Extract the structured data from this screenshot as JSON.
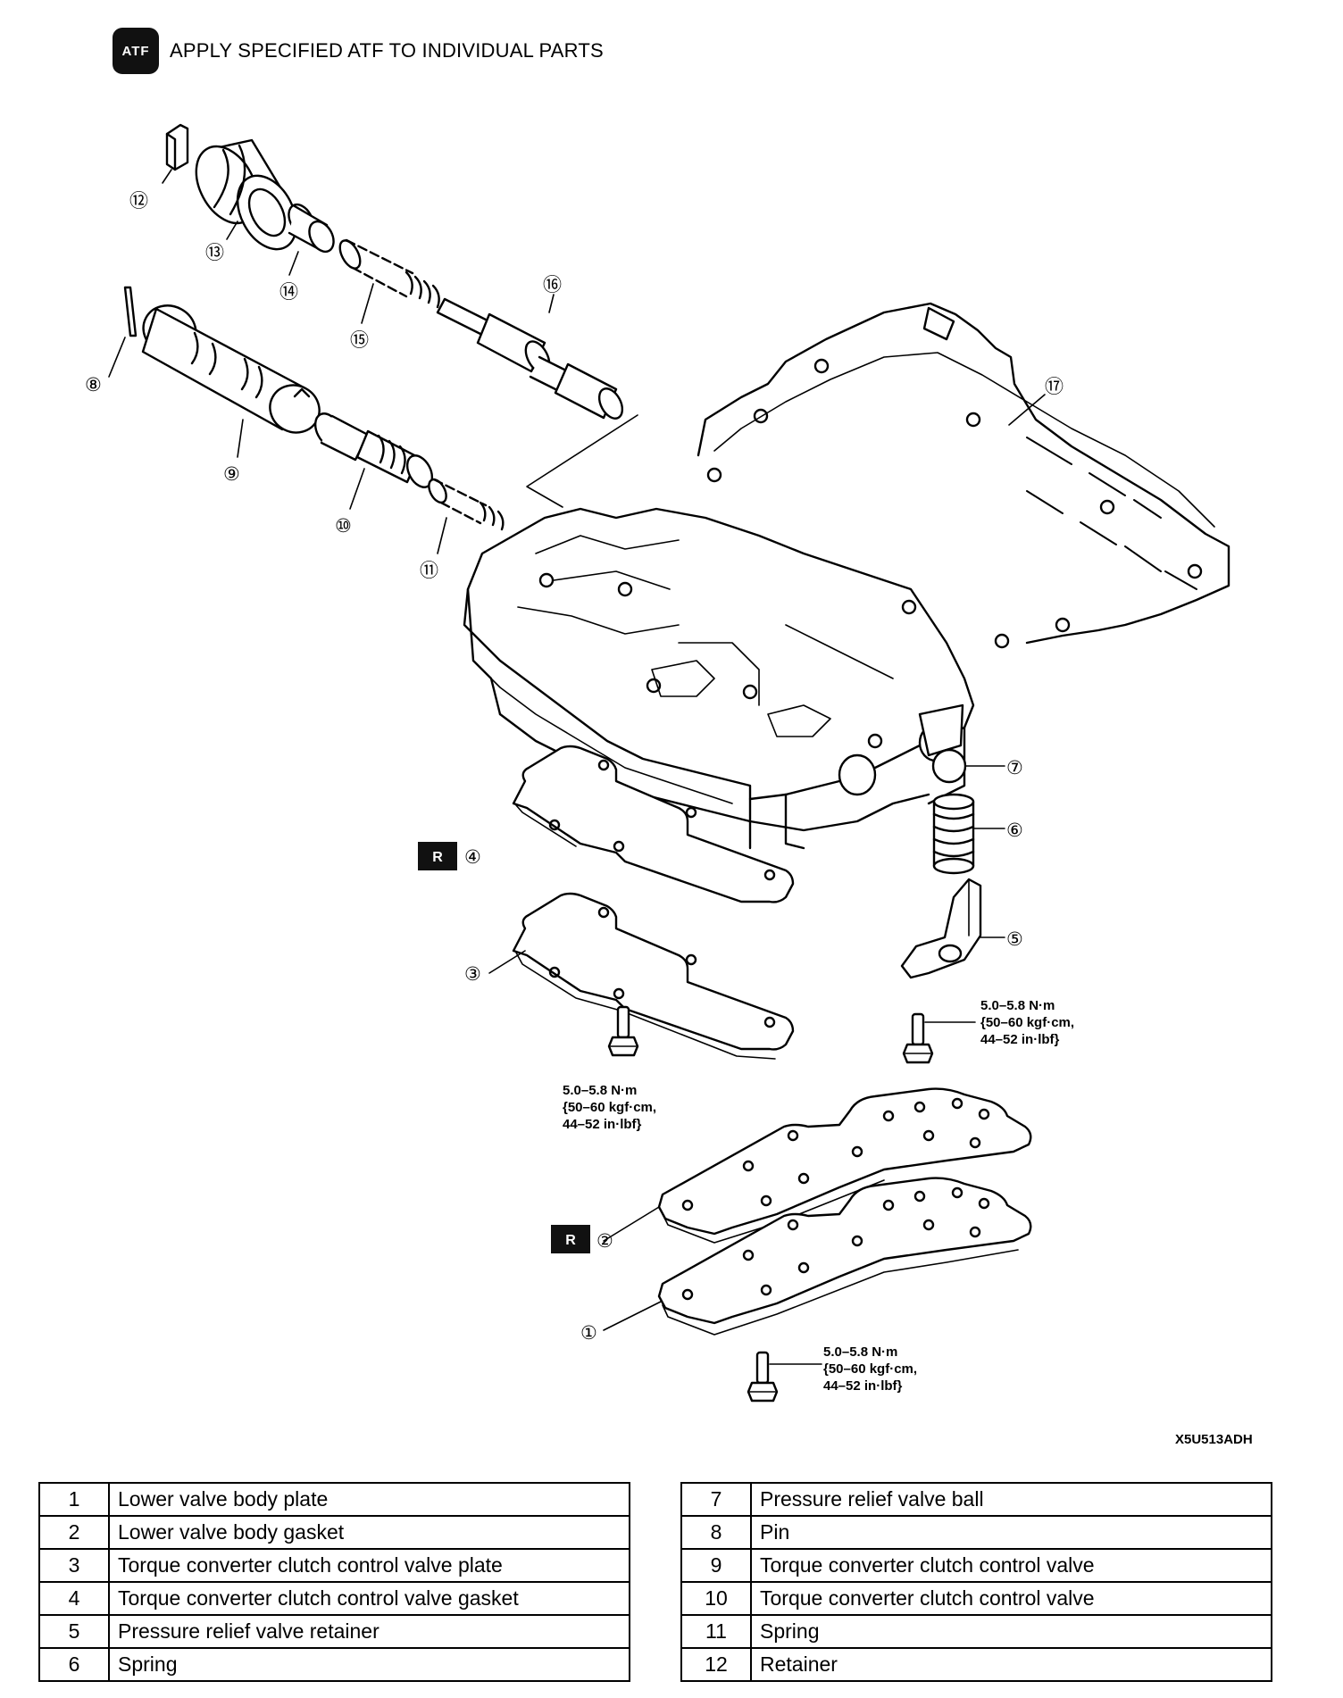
{
  "header": {
    "icon_text": "ATF",
    "text": "APPLY SPECIFIED ATF TO INDIVIDUAL PARTS"
  },
  "callouts": [
    "①",
    "②",
    "③",
    "④",
    "⑤",
    "⑥",
    "⑦",
    "⑧",
    "⑨",
    "⑩",
    "⑪",
    "⑫",
    "⑬",
    "⑭",
    "⑮",
    "⑯",
    "⑰"
  ],
  "badge": "R",
  "torque": {
    "left": [
      "5.0–5.8 N·m",
      "{50–60 kgf·cm,",
      "44–52 in·lbf}"
    ],
    "right": [
      "5.0–5.8 N·m",
      "{50–60 kgf·cm,",
      "44–52 in·lbf}"
    ],
    "bottom": [
      "5.0–5.8 N·m",
      "{50–60 kgf·cm,",
      "44–52 in·lbf}"
    ]
  },
  "figure_code": "X5U513ADH",
  "legend": {
    "left": [
      {
        "num": "1",
        "label": "Lower valve body plate"
      },
      {
        "num": "2",
        "label": "Lower valve body gasket"
      },
      {
        "num": "3",
        "label": "Torque converter clutch control valve plate"
      },
      {
        "num": "4",
        "label": "Torque converter clutch control valve gasket"
      },
      {
        "num": "5",
        "label": "Pressure relief valve retainer"
      },
      {
        "num": "6",
        "label": "Spring"
      }
    ],
    "right": [
      {
        "num": "7",
        "label": "Pressure relief valve ball"
      },
      {
        "num": "8",
        "label": "Pin"
      },
      {
        "num": "9",
        "label": "Torque converter clutch control valve"
      },
      {
        "num": "10",
        "label": "Torque converter clutch control valve"
      },
      {
        "num": "11",
        "label": "Spring"
      },
      {
        "num": "12",
        "label": "Retainer"
      }
    ]
  }
}
